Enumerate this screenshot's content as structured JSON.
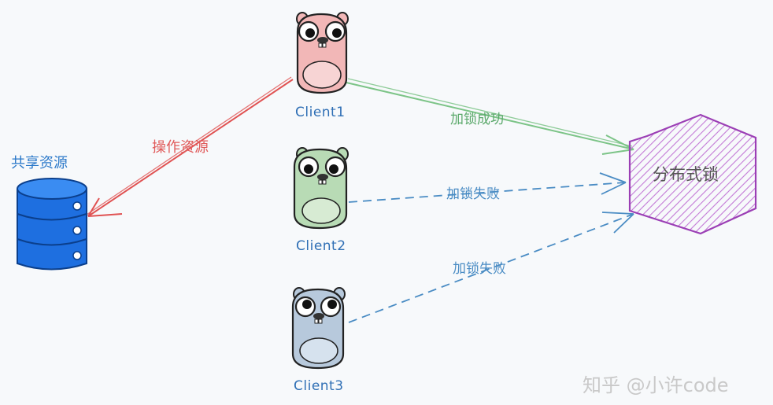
{
  "nodes": {
    "storage": {
      "label": "共享资源",
      "icon": "database-icon",
      "color": "#1e6fe0"
    },
    "client1": {
      "label": "Client1",
      "icon": "gopher-icon",
      "color": "#f2b7b7"
    },
    "client2": {
      "label": "Client2",
      "icon": "gopher-icon",
      "color": "#b8dbb5"
    },
    "client3": {
      "label": "Client3",
      "icon": "gopher-icon",
      "color": "#b7c9dc"
    },
    "lock": {
      "label": "分布式锁",
      "color": "#9b3fb5"
    }
  },
  "edges": [
    {
      "from": "client1",
      "to": "storage",
      "label": "操作资源",
      "style": "solid",
      "color": "#e05252"
    },
    {
      "from": "client1",
      "to": "lock",
      "label": "加锁成功",
      "style": "solid",
      "color": "#7cc487"
    },
    {
      "from": "client2",
      "to": "lock",
      "label": "加锁失败",
      "style": "dashed",
      "color": "#4a8cc4"
    },
    {
      "from": "client3",
      "to": "lock",
      "label": "加锁失败",
      "style": "dashed",
      "color": "#4a8cc4"
    }
  ],
  "watermark": "知乎 @小许code"
}
